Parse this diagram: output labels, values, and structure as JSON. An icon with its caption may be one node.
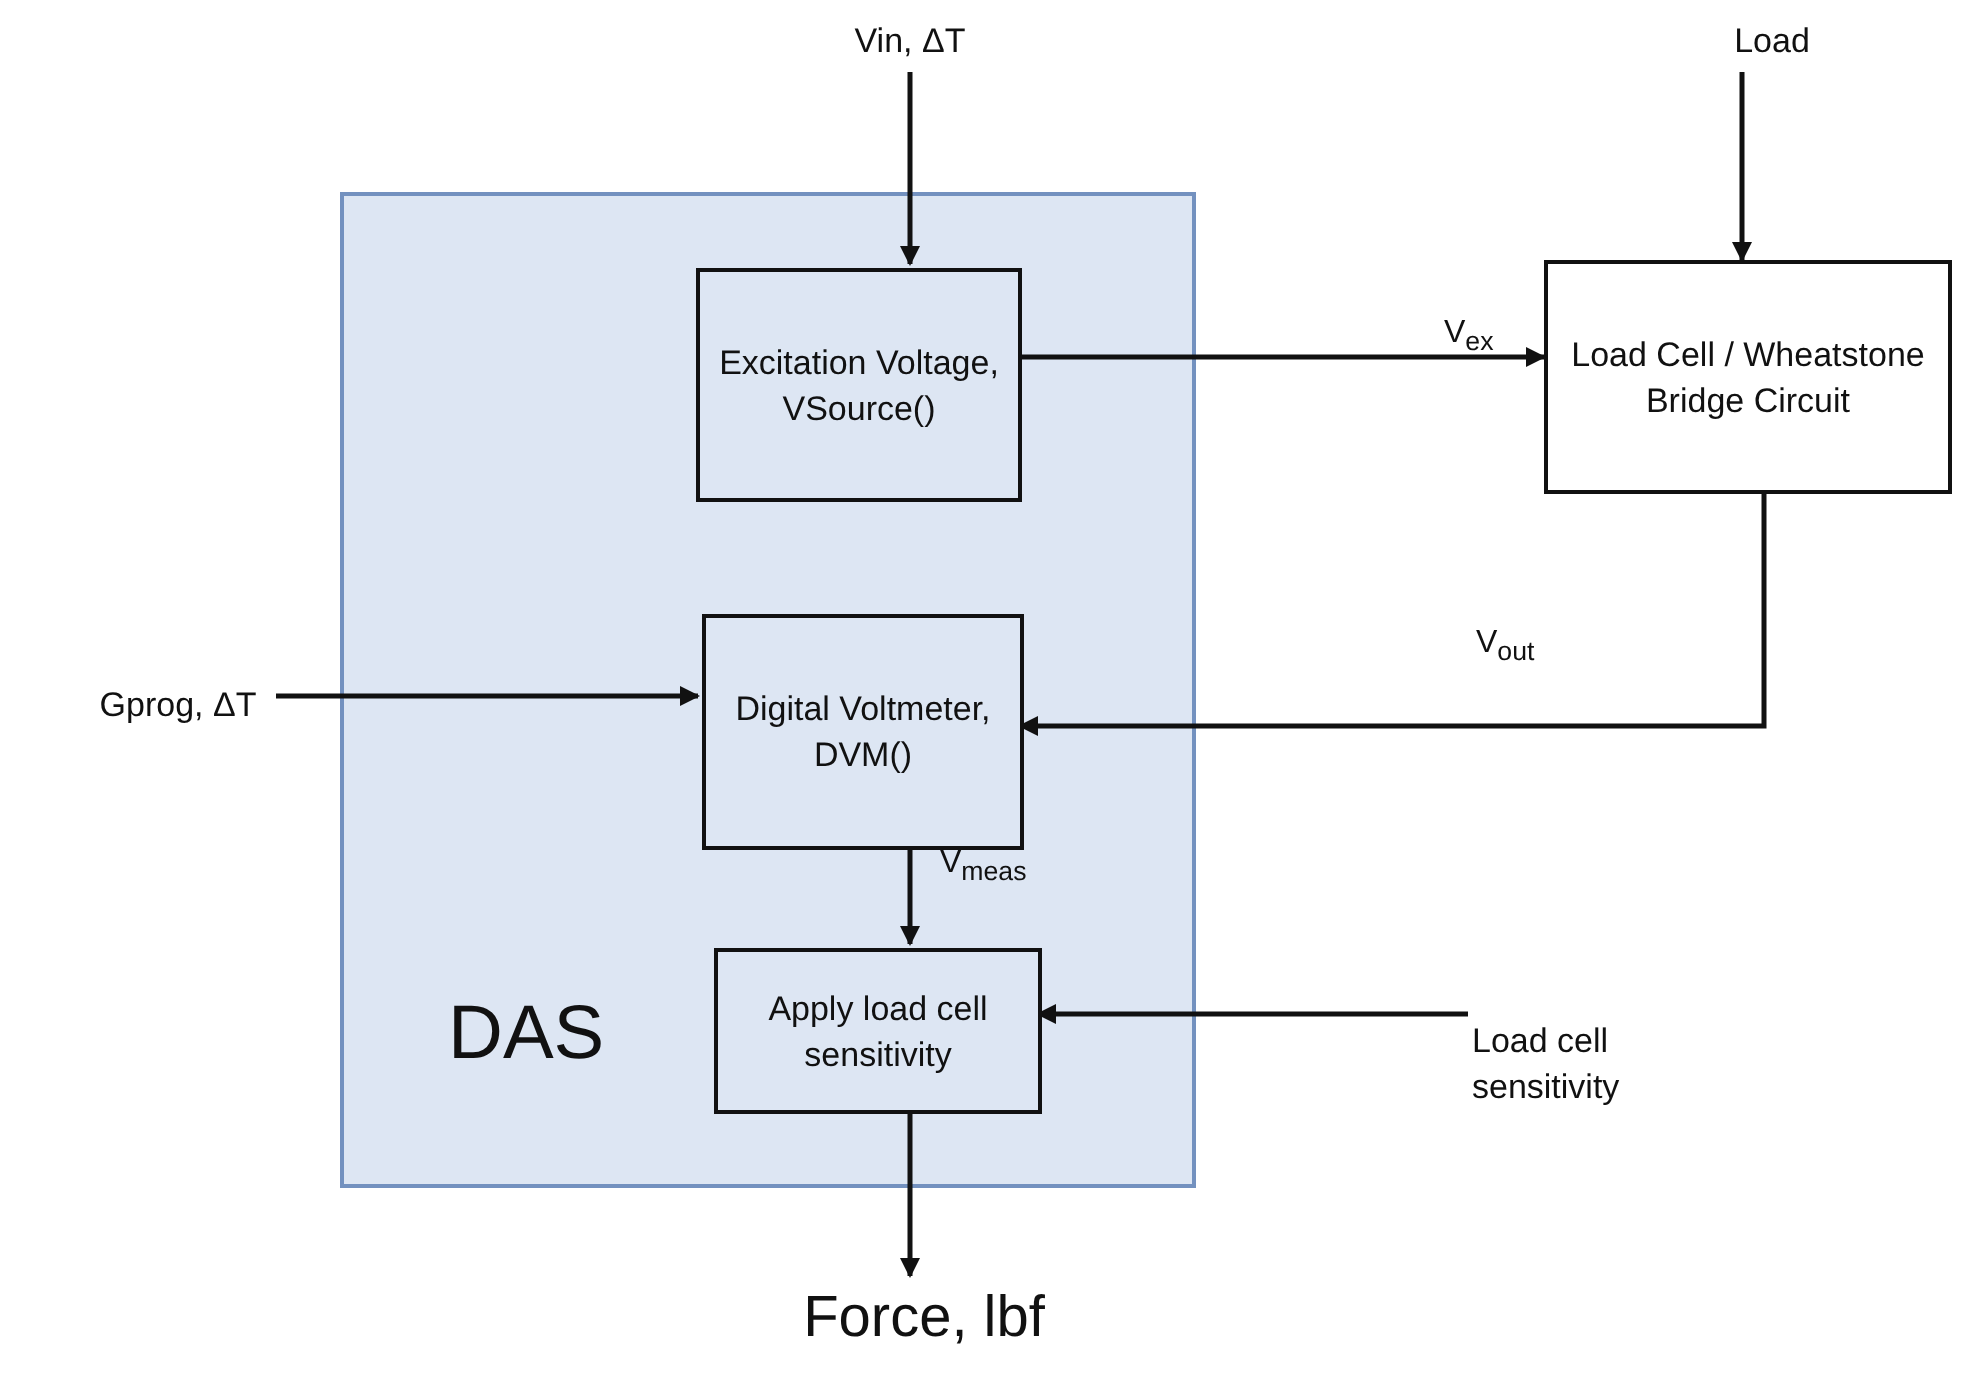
{
  "diagram": {
    "nodes": [
      {
        "text": [
          "DAS"
        ]
      },
      {
        "text": [
          "Excitation Voltage, VSource()"
        ],
        "in": 0
      },
      {
        "text": [
          "Digital Voltmeter, DVM()"
        ],
        "in": 0
      },
      {
        "text": [
          "Apply load cell sensitivity"
        ],
        "in": 0
      },
      {
        "text": [
          "Load Cell / Wheatstone Bridge Circuit"
        ]
      },
      {
        "text": [
          "Vin, ΔT"
        ]
      },
      {
        "text": [
          "Load"
        ]
      },
      {
        "text": [
          "Gprog, ΔT"
        ]
      },
      {
        "text": [
          "Load cell sensitivity"
        ]
      },
      {
        "text": [
          "Force, lbf"
        ]
      }
    ],
    "edges": [
      {
        "from": 5,
        "to": 1,
        "arrow": "to"
      },
      {
        "from": 1,
        "to": 4,
        "arrow": "to",
        "label": "V$_{ex}$"
      },
      {
        "from": 6,
        "to": 4,
        "arrow": "to"
      },
      {
        "from": 4,
        "to": 2,
        "arrow": "to",
        "label": "V$_{out}$"
      },
      {
        "from": 7,
        "to": 2,
        "arrow": "to"
      },
      {
        "from": 2,
        "to": 3,
        "arrow": "to",
        "label": "V$_{meas}$"
      },
      {
        "from": 8,
        "to": 3,
        "arrow": "to"
      },
      {
        "from": 3,
        "to": 9,
        "arrow": "to"
      }
    ]
  }
}
